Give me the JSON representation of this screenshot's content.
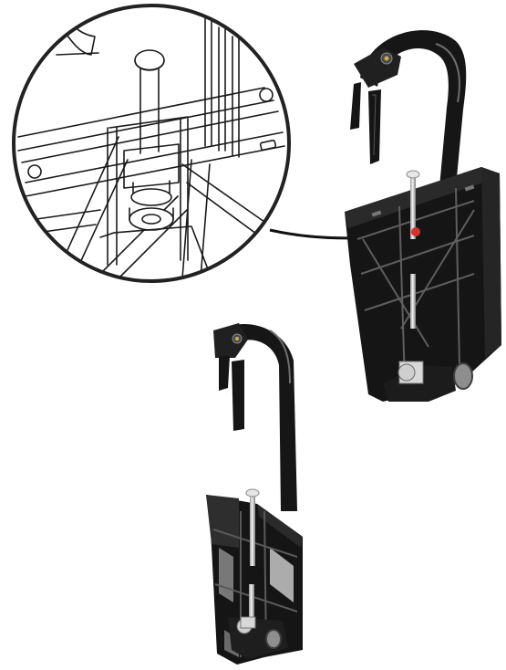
{
  "figure": {
    "background": "#ffffff",
    "body_color": "#161616",
    "highlight_color": "#6e6e6e",
    "shine_color": "#d8d8d8",
    "detail_ring_color": "#222222",
    "leader_color": "#111111",
    "accent_red": "#d4322c",
    "parts": {
      "callout": "detail-magnifier",
      "upper": "hook-bracket-angled",
      "lower": "hook-bracket-front"
    }
  }
}
